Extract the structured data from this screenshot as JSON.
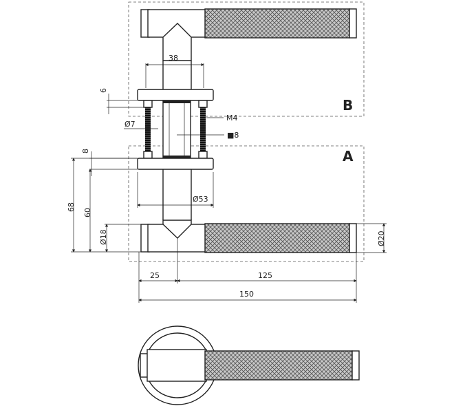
{
  "labels": {
    "section_a": "A",
    "section_b": "B"
  },
  "dimensions": {
    "rose_spacing": "38",
    "plate_thickness": "6",
    "screw_thread": "M4",
    "screw_dia": "Ø7",
    "spindle": "■8",
    "plate_thickness_lower": "8",
    "overall_height": "68",
    "inner_height": "60",
    "rose_dia": "Ø53",
    "collar_dia": "Ø18",
    "grip_dia": "Ø20",
    "offset": "25",
    "grip_length": "125",
    "overall_length": "150"
  },
  "colors": {
    "line": "#222222",
    "knurl": "#888888"
  }
}
